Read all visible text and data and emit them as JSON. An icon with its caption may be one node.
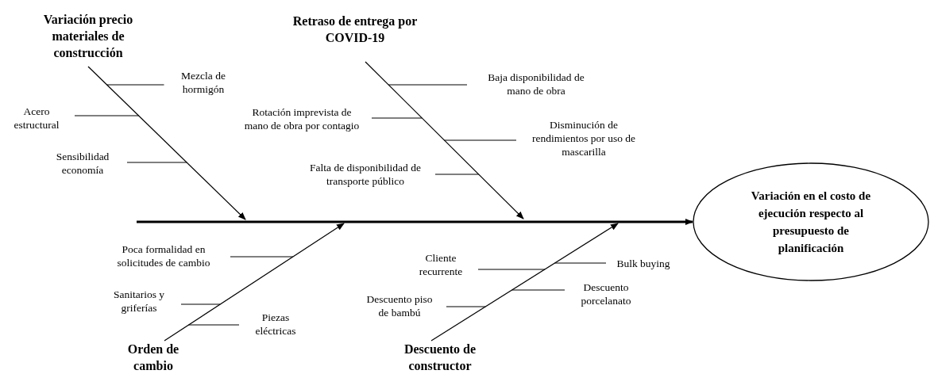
{
  "diagram": {
    "nodes": [
      {
        "text": [
          "Variación precio materiales de construcción"
        ]
      },
      {
        "text": [
          "Mezcla de hormigón"
        ]
      },
      {
        "text": [
          "Acero estructural"
        ]
      },
      {
        "text": [
          "Sensibilidad economía"
        ]
      },
      {
        "text": [
          "Retraso de entrega por COVID-19"
        ]
      },
      {
        "text": [
          "Baja disponibilidad de mano de obra"
        ]
      },
      {
        "text": [
          "Rotación imprevista de mano de obra por contagio"
        ]
      },
      {
        "text": [
          "Disminución de rendimientos por uso de mascarilla"
        ]
      },
      {
        "text": [
          "Falta de disponibilidad de transporte público"
        ]
      },
      {
        "text": [
          "Variación en el costo de ejecución respecto al presupuesto de planificación"
        ]
      },
      {
        "text": [
          "Poca formalidad en solicitudes de cambio"
        ]
      },
      {
        "text": [
          "Sanitarios y griferías"
        ]
      },
      {
        "text": [
          "Piezas eléctricas"
        ]
      },
      {
        "text": [
          "Cliente recurrente"
        ]
      },
      {
        "text": [
          "Bulk buying"
        ]
      },
      {
        "text": [
          "Descuento porcelanato"
        ]
      },
      {
        "text": [
          "Descuento piso de bambú"
        ]
      },
      {
        "text": [
          "Orden de cambio"
        ]
      },
      {
        "text": [
          "Descuento de constructor"
        ]
      }
    ],
    "edges": [
      {
        "from": 0,
        "to": null,
        "arrow": "to"
      },
      {
        "from": 1,
        "to": null,
        "arrow": "none"
      },
      {
        "from": 2,
        "to": null,
        "arrow": "none"
      },
      {
        "from": 3,
        "to": null,
        "arrow": "none"
      },
      {
        "from": 4,
        "to": null,
        "arrow": "to"
      },
      {
        "from": 5,
        "to": null,
        "arrow": "none"
      },
      {
        "from": 6,
        "to": null,
        "arrow": "none"
      },
      {
        "from": 7,
        "to": null,
        "arrow": "none"
      },
      {
        "from": 8,
        "to": null,
        "arrow": "none"
      },
      {
        "from": null,
        "to": 9,
        "arrow": "to",
        "style": "thick"
      },
      {
        "from": 17,
        "to": null,
        "arrow": "to"
      },
      {
        "from": 10,
        "to": null,
        "arrow": "none"
      },
      {
        "from": 11,
        "to": null,
        "arrow": "none"
      },
      {
        "from": 12,
        "to": null,
        "arrow": "none"
      },
      {
        "from": 18,
        "to": null,
        "arrow": "to"
      },
      {
        "from": 13,
        "to": null,
        "arrow": "none"
      },
      {
        "from": 14,
        "to": null,
        "arrow": "none"
      },
      {
        "from": 15,
        "to": null,
        "arrow": "none"
      },
      {
        "from": 16,
        "to": null,
        "arrow": "none"
      }
    ]
  }
}
